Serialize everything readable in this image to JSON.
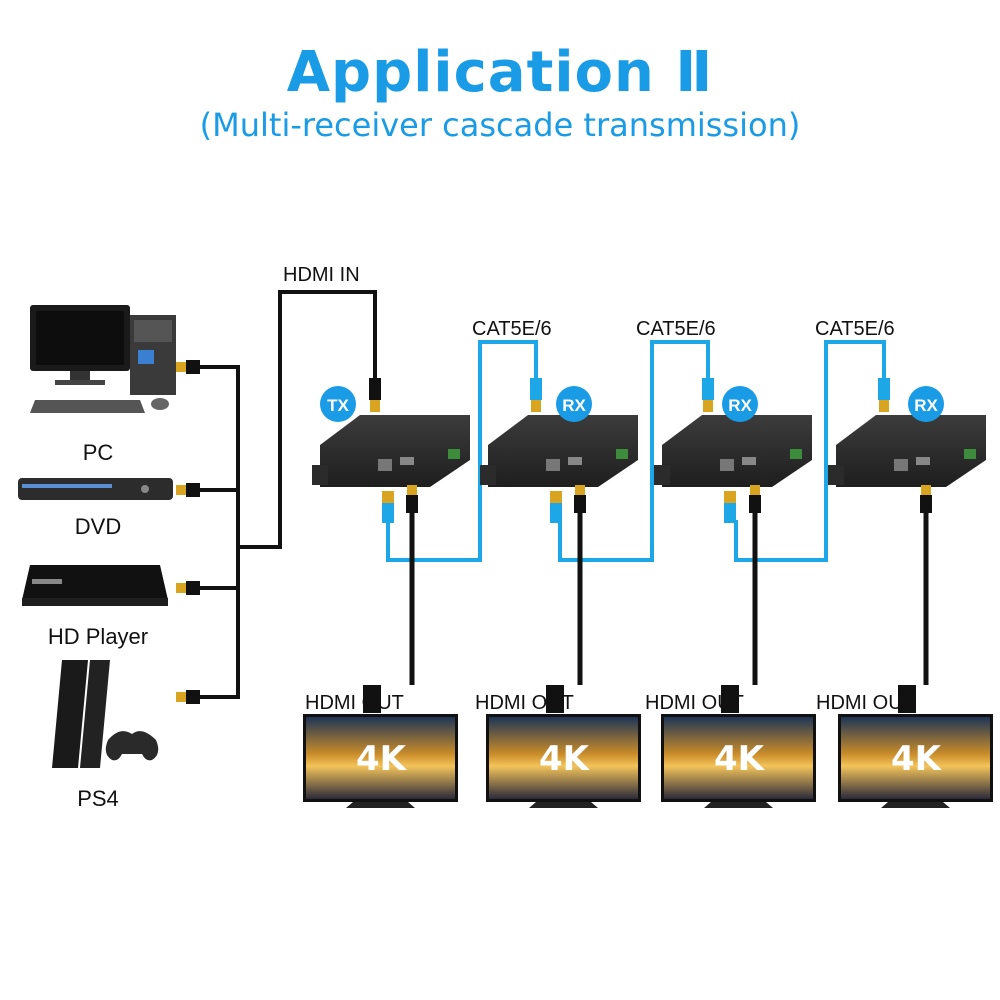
{
  "title": "Application Ⅱ",
  "subtitle": "(Multi-receiver cascade transmission)",
  "sources": [
    {
      "label": "PC"
    },
    {
      "label": "DVD"
    },
    {
      "label": "HD Player"
    },
    {
      "label": "PS4"
    }
  ],
  "hdmi_in_label": "HDMI IN",
  "units": [
    {
      "badge": "TX"
    },
    {
      "badge": "RX",
      "cable_label": "CAT5E/6"
    },
    {
      "badge": "RX",
      "cable_label": "CAT5E/6"
    },
    {
      "badge": "RX",
      "cable_label": "CAT5E/6"
    }
  ],
  "outputs": [
    {
      "label": "HDMI OUT",
      "screen_text": "4K"
    },
    {
      "label": "HDMI OUT",
      "screen_text": "4K"
    },
    {
      "label": "HDMI OUT",
      "screen_text": "4K"
    },
    {
      "label": "HDMI OUT",
      "screen_text": "4K"
    }
  ],
  "colors": {
    "accent": "#1a9be6",
    "cat_cable": "#1ea7e6",
    "hdmi_cable": "#111111",
    "connector_gold": "#d9a520",
    "device": "#2b2b2b"
  }
}
